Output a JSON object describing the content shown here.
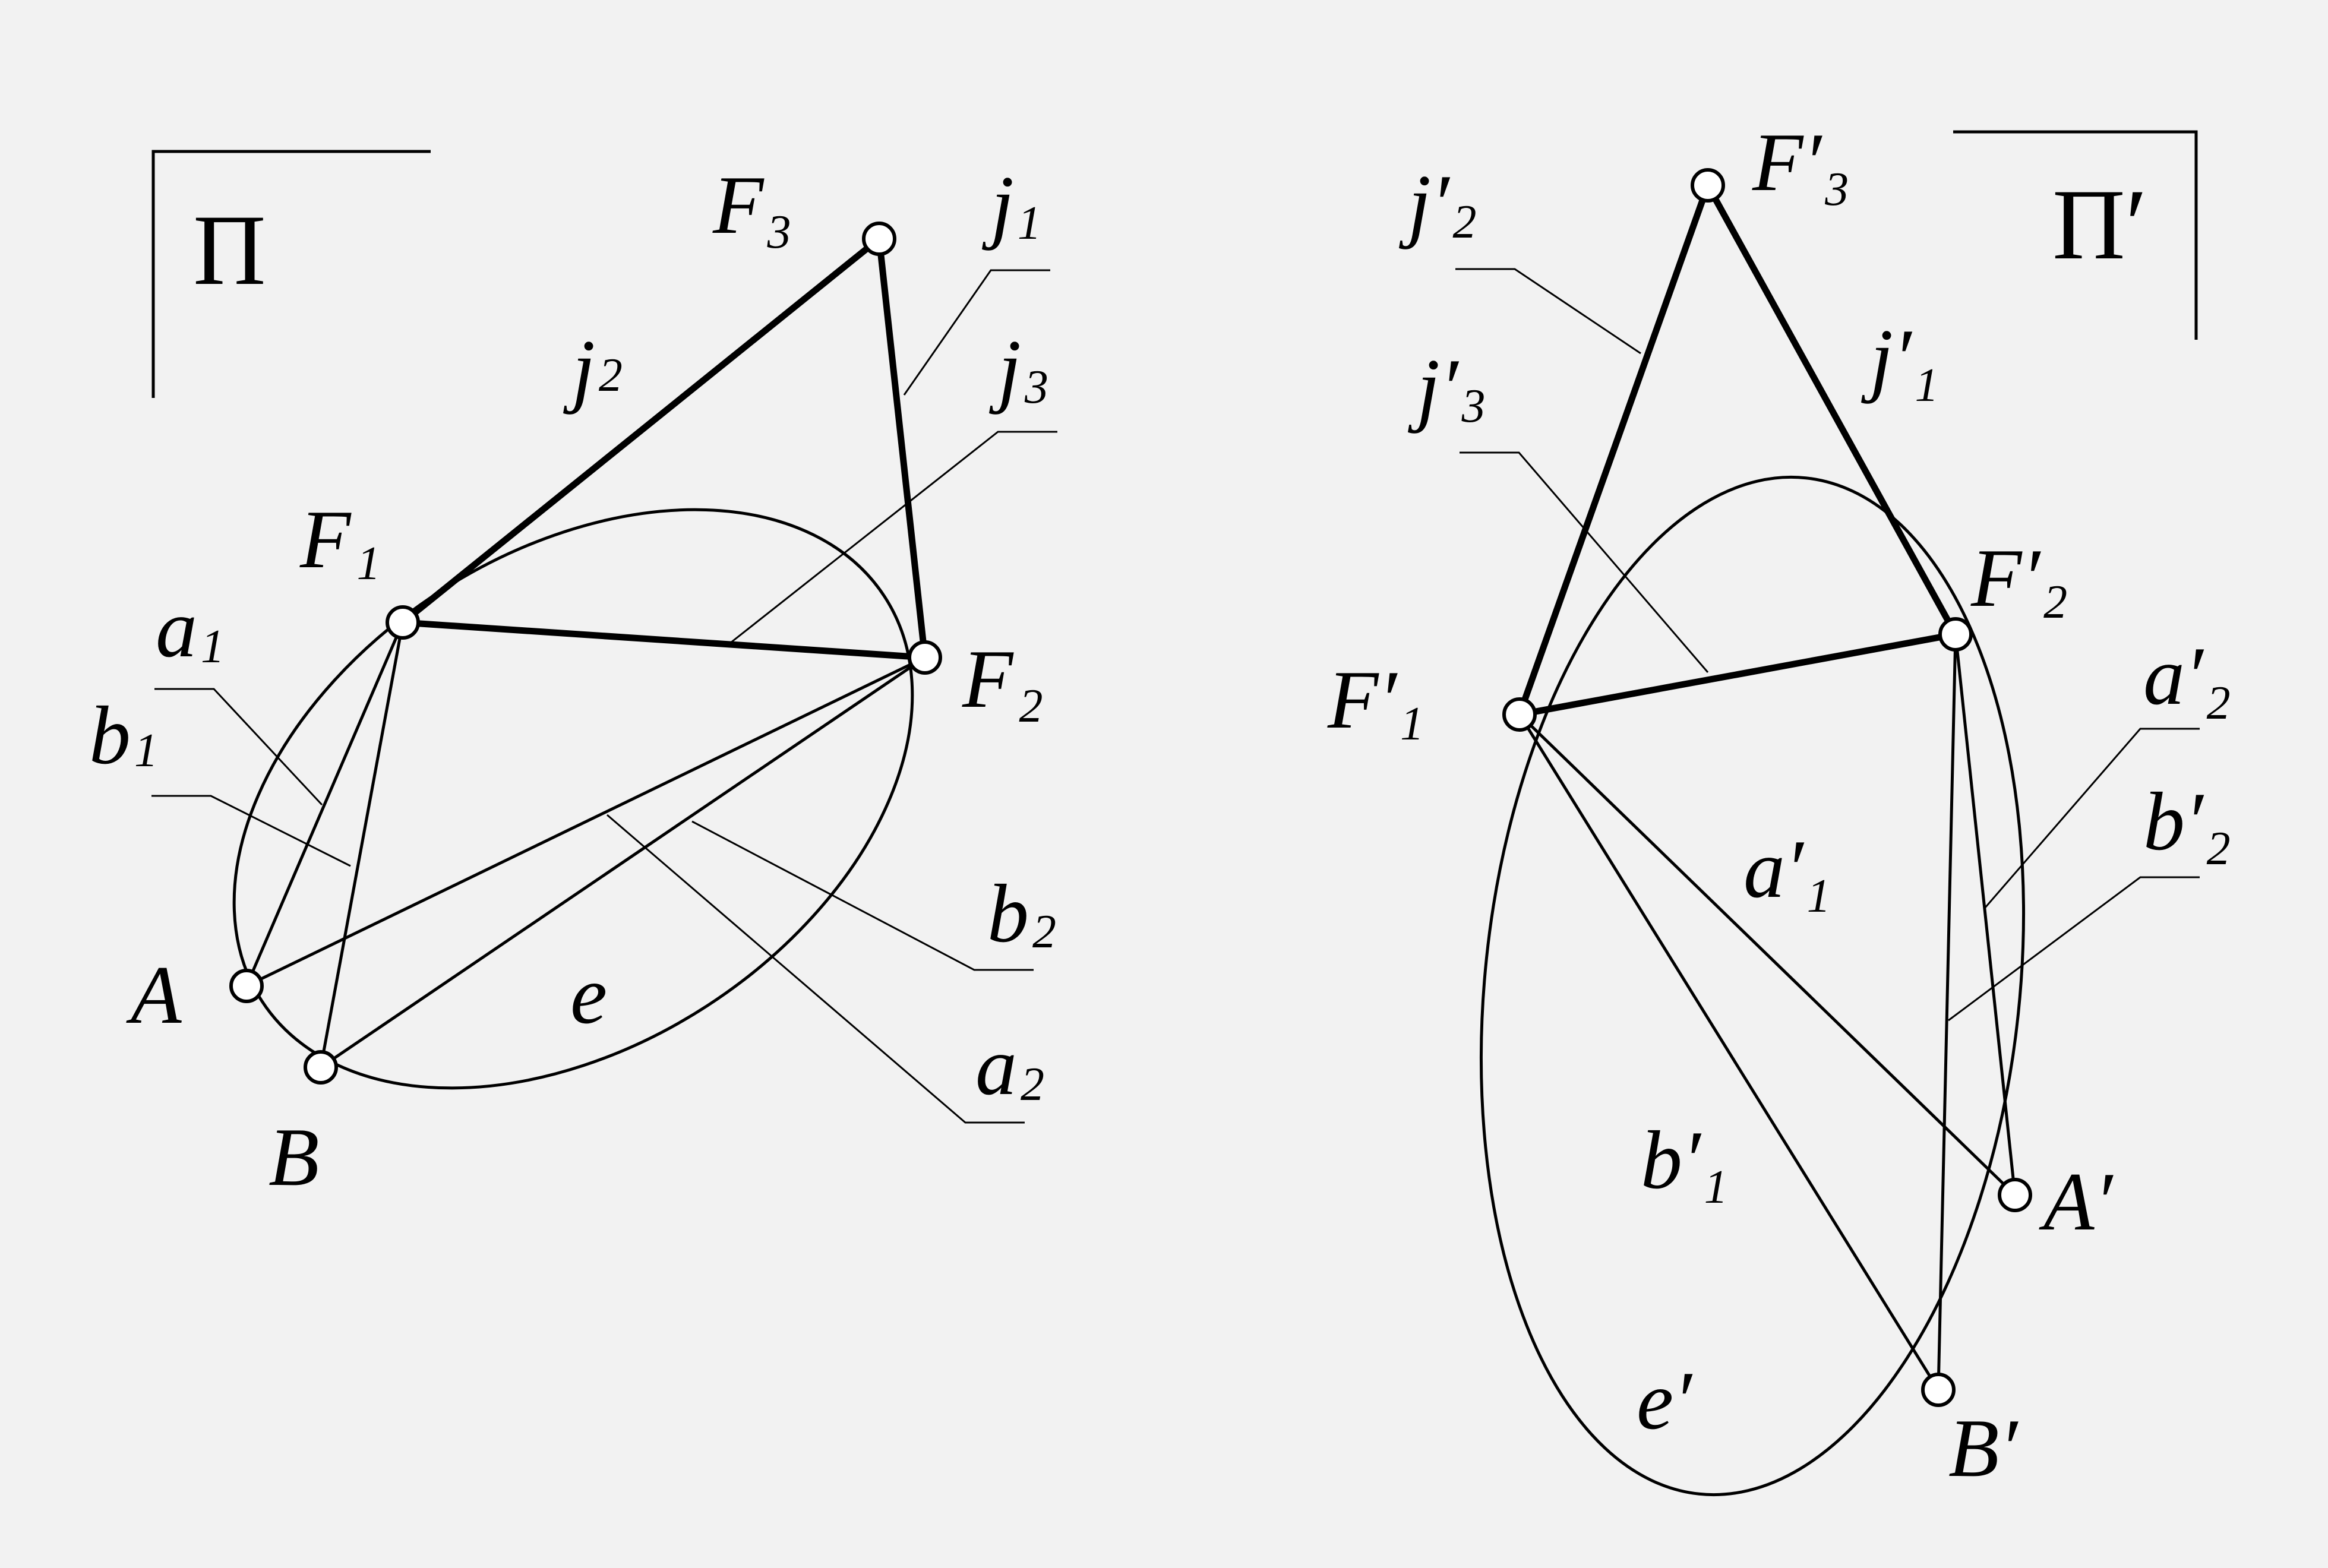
{
  "colors": {
    "background": "#f2f2f2",
    "ink": "#000000",
    "point_fill": "#ffffff"
  },
  "left": {
    "plane": "Π",
    "points": {
      "F1": "F",
      "F2": "F",
      "F3": "F",
      "A": "A",
      "B": "B"
    },
    "labels": {
      "F1": {
        "main": "F",
        "sub": "1"
      },
      "F2": {
        "main": "F",
        "sub": "2"
      },
      "F3": {
        "main": "F",
        "sub": "3"
      },
      "A": {
        "main": "A"
      },
      "B": {
        "main": "B"
      },
      "j1": {
        "main": "j",
        "sub": "1"
      },
      "j2": {
        "main": "j",
        "sub": "2"
      },
      "j3": {
        "main": "j",
        "sub": "3"
      },
      "a1": {
        "main": "a",
        "sub": "1"
      },
      "b1": {
        "main": "b",
        "sub": "1"
      },
      "a2": {
        "main": "a",
        "sub": "2"
      },
      "b2": {
        "main": "b",
        "sub": "2"
      },
      "e": {
        "main": "e"
      }
    }
  },
  "right": {
    "plane": "Π′",
    "labels": {
      "F1": {
        "main": "F′",
        "sub": "1"
      },
      "F2": {
        "main": "F′",
        "sub": "2"
      },
      "F3": {
        "main": "F′",
        "sub": "3"
      },
      "A": {
        "main": "A′"
      },
      "B": {
        "main": "B′"
      },
      "j1": {
        "main": "j′",
        "sub": "1"
      },
      "j2": {
        "main": "j′",
        "sub": "2"
      },
      "j3": {
        "main": "j′",
        "sub": "3"
      },
      "a1": {
        "main": "a′",
        "sub": "1"
      },
      "b1": {
        "main": "b′",
        "sub": "1"
      },
      "a2": {
        "main": "a′",
        "sub": "2"
      },
      "b2": {
        "main": "b′",
        "sub": "2"
      },
      "e": {
        "main": "e′"
      }
    }
  }
}
